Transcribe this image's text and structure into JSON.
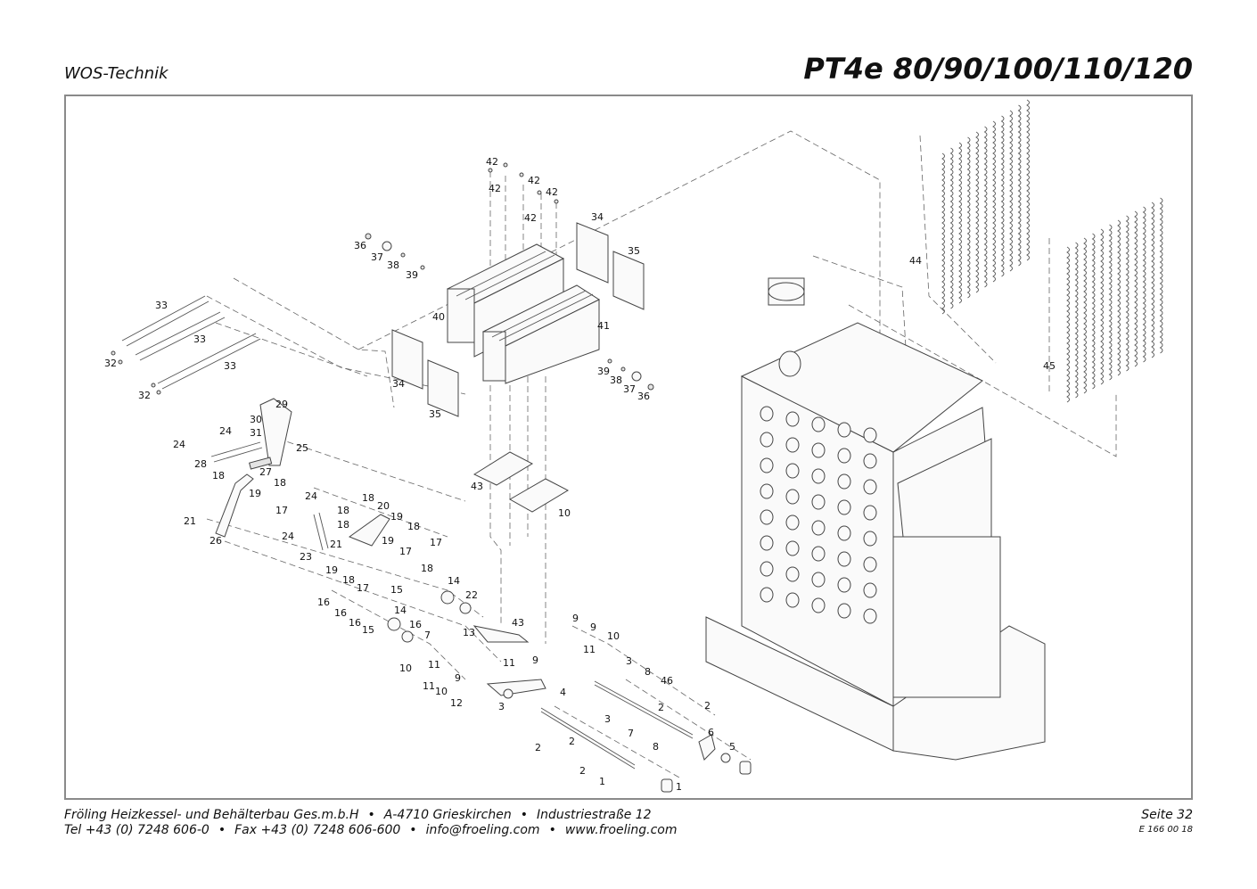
{
  "header": {
    "left": "WOS-Technik",
    "title": "PT4e 80/90/100/110/120"
  },
  "footer": {
    "company": "Fröling Heizkessel- und Behälterbau Ges.m.b.H",
    "city": "A-4710 Grieskirchen",
    "street": "Industriestraße 12",
    "tel": "Tel +43 (0) 7248 606-0",
    "fax": "Fax +43 (0) 7248 606-600",
    "email": "info@froeling.com",
    "web": "www.froeling.com",
    "page": "Seite 32",
    "code": "E 166 00 18",
    "bullet": "•"
  },
  "callouts": [
    {
      "id": "c42a",
      "text": "42"
    },
    {
      "id": "c42b",
      "text": "42"
    },
    {
      "id": "c42c",
      "text": "42"
    },
    {
      "id": "c42d",
      "text": "42"
    },
    {
      "id": "c42e",
      "text": "42"
    },
    {
      "id": "c34a",
      "text": "34"
    },
    {
      "id": "c35a",
      "text": "35"
    },
    {
      "id": "c36a",
      "text": "36"
    },
    {
      "id": "c37a",
      "text": "37"
    },
    {
      "id": "c38a",
      "text": "38"
    },
    {
      "id": "c39a",
      "text": "39"
    },
    {
      "id": "c40",
      "text": "40"
    },
    {
      "id": "c41",
      "text": "41"
    },
    {
      "id": "c39b",
      "text": "39"
    },
    {
      "id": "c38b",
      "text": "38"
    },
    {
      "id": "c37b",
      "text": "37"
    },
    {
      "id": "c36b",
      "text": "36"
    },
    {
      "id": "c34b",
      "text": "34"
    },
    {
      "id": "c35b",
      "text": "35"
    },
    {
      "id": "c33a",
      "text": "33"
    },
    {
      "id": "c33b",
      "text": "33"
    },
    {
      "id": "c33c",
      "text": "33"
    },
    {
      "id": "c32a",
      "text": "32"
    },
    {
      "id": "c32b",
      "text": "32"
    },
    {
      "id": "c44",
      "text": "44"
    },
    {
      "id": "c45",
      "text": "45"
    },
    {
      "id": "c29",
      "text": "29"
    },
    {
      "id": "c30",
      "text": "30"
    },
    {
      "id": "c31",
      "text": "31"
    },
    {
      "id": "c24a",
      "text": "24"
    },
    {
      "id": "c24b",
      "text": "24"
    },
    {
      "id": "c25",
      "text": "25"
    },
    {
      "id": "c28",
      "text": "28"
    },
    {
      "id": "c27",
      "text": "27"
    },
    {
      "id": "c18a",
      "text": "18"
    },
    {
      "id": "c18b",
      "text": "18"
    },
    {
      "id": "c19a",
      "text": "19"
    },
    {
      "id": "c17a",
      "text": "17"
    },
    {
      "id": "c21a",
      "text": "21"
    },
    {
      "id": "c26",
      "text": "26"
    },
    {
      "id": "c24c",
      "text": "24"
    },
    {
      "id": "c18c",
      "text": "18"
    },
    {
      "id": "c20",
      "text": "20"
    },
    {
      "id": "c18d",
      "text": "18"
    },
    {
      "id": "c19b",
      "text": "19"
    },
    {
      "id": "c18e",
      "text": "18"
    },
    {
      "id": "c17b",
      "text": "17"
    },
    {
      "id": "c24d",
      "text": "24"
    },
    {
      "id": "c21b",
      "text": "21"
    },
    {
      "id": "c19c",
      "text": "19"
    },
    {
      "id": "c18f",
      "text": "18"
    },
    {
      "id": "c23",
      "text": "23"
    },
    {
      "id": "c17c",
      "text": "17"
    },
    {
      "id": "c18g",
      "text": "18"
    },
    {
      "id": "c19d",
      "text": "19"
    },
    {
      "id": "c18h",
      "text": "18"
    },
    {
      "id": "c17d",
      "text": "17"
    },
    {
      "id": "c15a",
      "text": "15"
    },
    {
      "id": "c14a",
      "text": "14"
    },
    {
      "id": "c22",
      "text": "22"
    },
    {
      "id": "c16a",
      "text": "16"
    },
    {
      "id": "c16b",
      "text": "16"
    },
    {
      "id": "c16c",
      "text": "16"
    },
    {
      "id": "c15b",
      "text": "15"
    },
    {
      "id": "c14b",
      "text": "14"
    },
    {
      "id": "c16d",
      "text": "16"
    },
    {
      "id": "c7a",
      "text": "7"
    },
    {
      "id": "c13",
      "text": "13"
    },
    {
      "id": "c43a",
      "text": "43"
    },
    {
      "id": "c43b",
      "text": "43"
    },
    {
      "id": "c10a",
      "text": "10"
    },
    {
      "id": "c9a",
      "text": "9"
    },
    {
      "id": "c9b",
      "text": "9"
    },
    {
      "id": "c10b",
      "text": "10"
    },
    {
      "id": "c11a",
      "text": "11"
    },
    {
      "id": "c10c",
      "text": "10"
    },
    {
      "id": "c11b",
      "text": "11"
    },
    {
      "id": "c11c",
      "text": "11"
    },
    {
      "id": "c9c",
      "text": "9"
    },
    {
      "id": "c11d",
      "text": "11"
    },
    {
      "id": "c10d",
      "text": "10"
    },
    {
      "id": "c9d",
      "text": "9"
    },
    {
      "id": "c12",
      "text": "12"
    },
    {
      "id": "c3a",
      "text": "3"
    },
    {
      "id": "c3b",
      "text": "3"
    },
    {
      "id": "c8a",
      "text": "8"
    },
    {
      "id": "c46",
      "text": "46"
    },
    {
      "id": "c4",
      "text": "4"
    },
    {
      "id": "c2a",
      "text": "2"
    },
    {
      "id": "c3c",
      "text": "3"
    },
    {
      "id": "c2b",
      "text": "2"
    },
    {
      "id": "c8b",
      "text": "8"
    },
    {
      "id": "c7b",
      "text": "7"
    },
    {
      "id": "c6",
      "text": "6"
    },
    {
      "id": "c5",
      "text": "5"
    },
    {
      "id": "c2c",
      "text": "2"
    },
    {
      "id": "c2d",
      "text": "2"
    },
    {
      "id": "c2e",
      "text": "2"
    },
    {
      "id": "c1a",
      "text": "1"
    },
    {
      "id": "c1b",
      "text": "1"
    }
  ]
}
